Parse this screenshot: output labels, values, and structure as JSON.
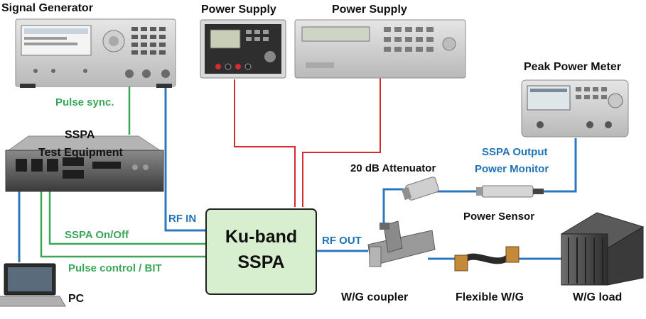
{
  "equipment": {
    "signal_generator": "Signal Generator",
    "power_supply_1": "Power Supply",
    "power_supply_2": "Power Supply",
    "peak_power_meter": "Peak Power Meter",
    "sspa_test_equipment_line1": "SSPA",
    "sspa_test_equipment_line2": "Test Equipment",
    "pc": "PC",
    "attenuator": "20 dB Attenuator",
    "power_sensor": "Power Sensor",
    "wg_coupler": "W/G coupler",
    "flexible_wg": "Flexible W/G",
    "wg_load": "W/G load"
  },
  "sspa": {
    "line1": "Ku-band",
    "line2": "SSPA"
  },
  "signals": {
    "pulse_sync": "Pulse sync.",
    "rf_in": "RF IN",
    "rf_out": "RF OUT",
    "sspa_onoff": "SSPA On/Off",
    "pulse_control": "Pulse control / BIT",
    "output_monitor_line1": "SSPA Output",
    "output_monitor_line2": "Power Monitor"
  },
  "colors": {
    "rf_line": "#2c78c0",
    "control_line": "#3aa657",
    "power_line": "#d62b2b",
    "sspa_fill": "#d8efcf",
    "label_green": "#3aa657",
    "label_blue": "#1f73b7"
  }
}
